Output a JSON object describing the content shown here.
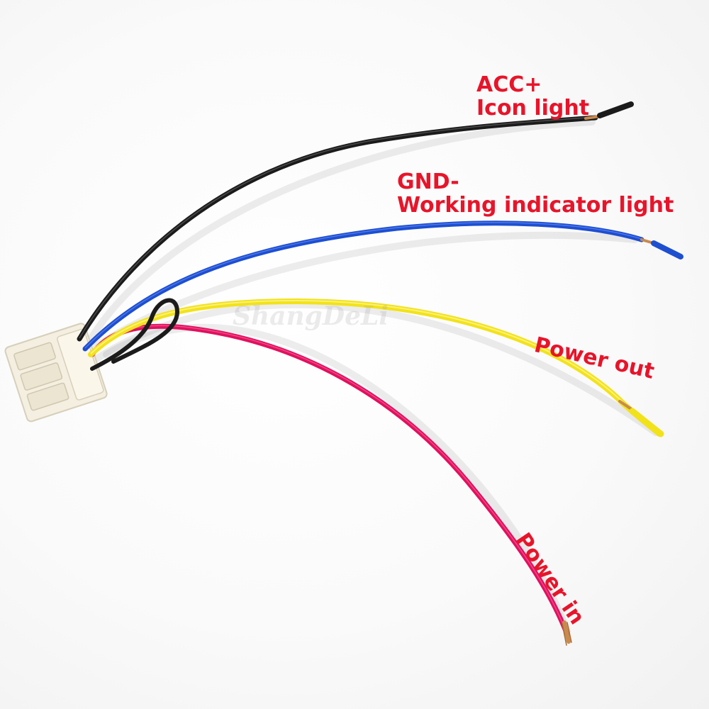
{
  "colors": {
    "label_text": "#e8142a",
    "watermark": "#888888",
    "wire_black": "#1b1b1b",
    "wire_blue": "#1e4fd0",
    "wire_yellow": "#f2e21a",
    "wire_red": "#e0115f",
    "connector": "#f4efe0",
    "copper": "#c98a4e"
  },
  "labels": {
    "acc": {
      "line1": "ACC+",
      "line2": "Icon light"
    },
    "gnd": {
      "line1": "GND-",
      "line2": "Working indicator light"
    },
    "power_out": "Power out",
    "power_in": "Power in"
  },
  "watermark": "ShangDeLi"
}
